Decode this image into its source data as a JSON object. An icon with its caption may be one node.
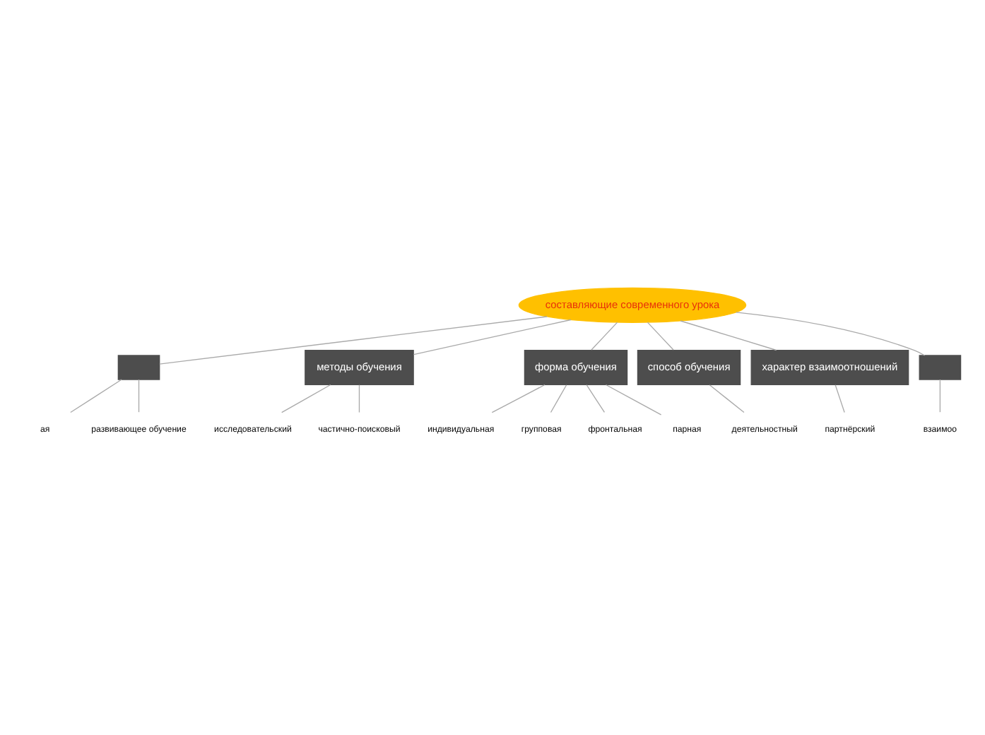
{
  "diagram": {
    "nodes": [
      {
        "text": [
          "составляющие современного урока"
        ]
      },
      {
        "text": [],
        "shape": "box"
      },
      {
        "text": [
          "ая"
        ]
      },
      {
        "text": [
          "развивающее обучение"
        ]
      },
      {
        "text": [
          "методы обучения"
        ]
      },
      {
        "text": [
          "исследовательский"
        ]
      },
      {
        "text": [
          "частично-поисковый"
        ]
      },
      {
        "text": [
          "форма обучения"
        ]
      },
      {
        "text": [
          "индивидуальная"
        ]
      },
      {
        "text": [
          "групповая"
        ]
      },
      {
        "text": [
          "фронтальная"
        ]
      },
      {
        "text": [
          "парная"
        ]
      },
      {
        "text": [
          "способ обучения"
        ]
      },
      {
        "text": [
          "деятельностный"
        ]
      },
      {
        "text": [
          "характер взаимоотношений"
        ]
      },
      {
        "text": [
          "партнёрский"
        ]
      },
      {
        "text": [],
        "shape": "box"
      },
      {
        "text": [
          "взаимоо"
        ]
      }
    ],
    "edges": [
      {
        "from": 0,
        "to": 1,
        "arrow": "none"
      },
      {
        "from": 0,
        "to": 4,
        "arrow": "none"
      },
      {
        "from": 0,
        "to": 7,
        "arrow": "none"
      },
      {
        "from": 0,
        "to": 12,
        "arrow": "none"
      },
      {
        "from": 0,
        "to": 14,
        "arrow": "none"
      },
      {
        "from": 0,
        "to": 16,
        "arrow": "none"
      },
      {
        "from": 1,
        "to": 2,
        "arrow": "none"
      },
      {
        "from": 1,
        "to": 3,
        "arrow": "none"
      },
      {
        "from": 4,
        "to": 5,
        "arrow": "none"
      },
      {
        "from": 4,
        "to": 6,
        "arrow": "none"
      },
      {
        "from": 7,
        "to": 8,
        "arrow": "none"
      },
      {
        "from": 7,
        "to": 9,
        "arrow": "none"
      },
      {
        "from": 7,
        "to": 10,
        "arrow": "none"
      },
      {
        "from": 7,
        "to": 11,
        "arrow": "none"
      },
      {
        "from": 12,
        "to": 13,
        "arrow": "none"
      },
      {
        "from": 14,
        "to": 15,
        "arrow": "none"
      },
      {
        "from": 16,
        "to": 17,
        "arrow": "none"
      }
    ]
  }
}
